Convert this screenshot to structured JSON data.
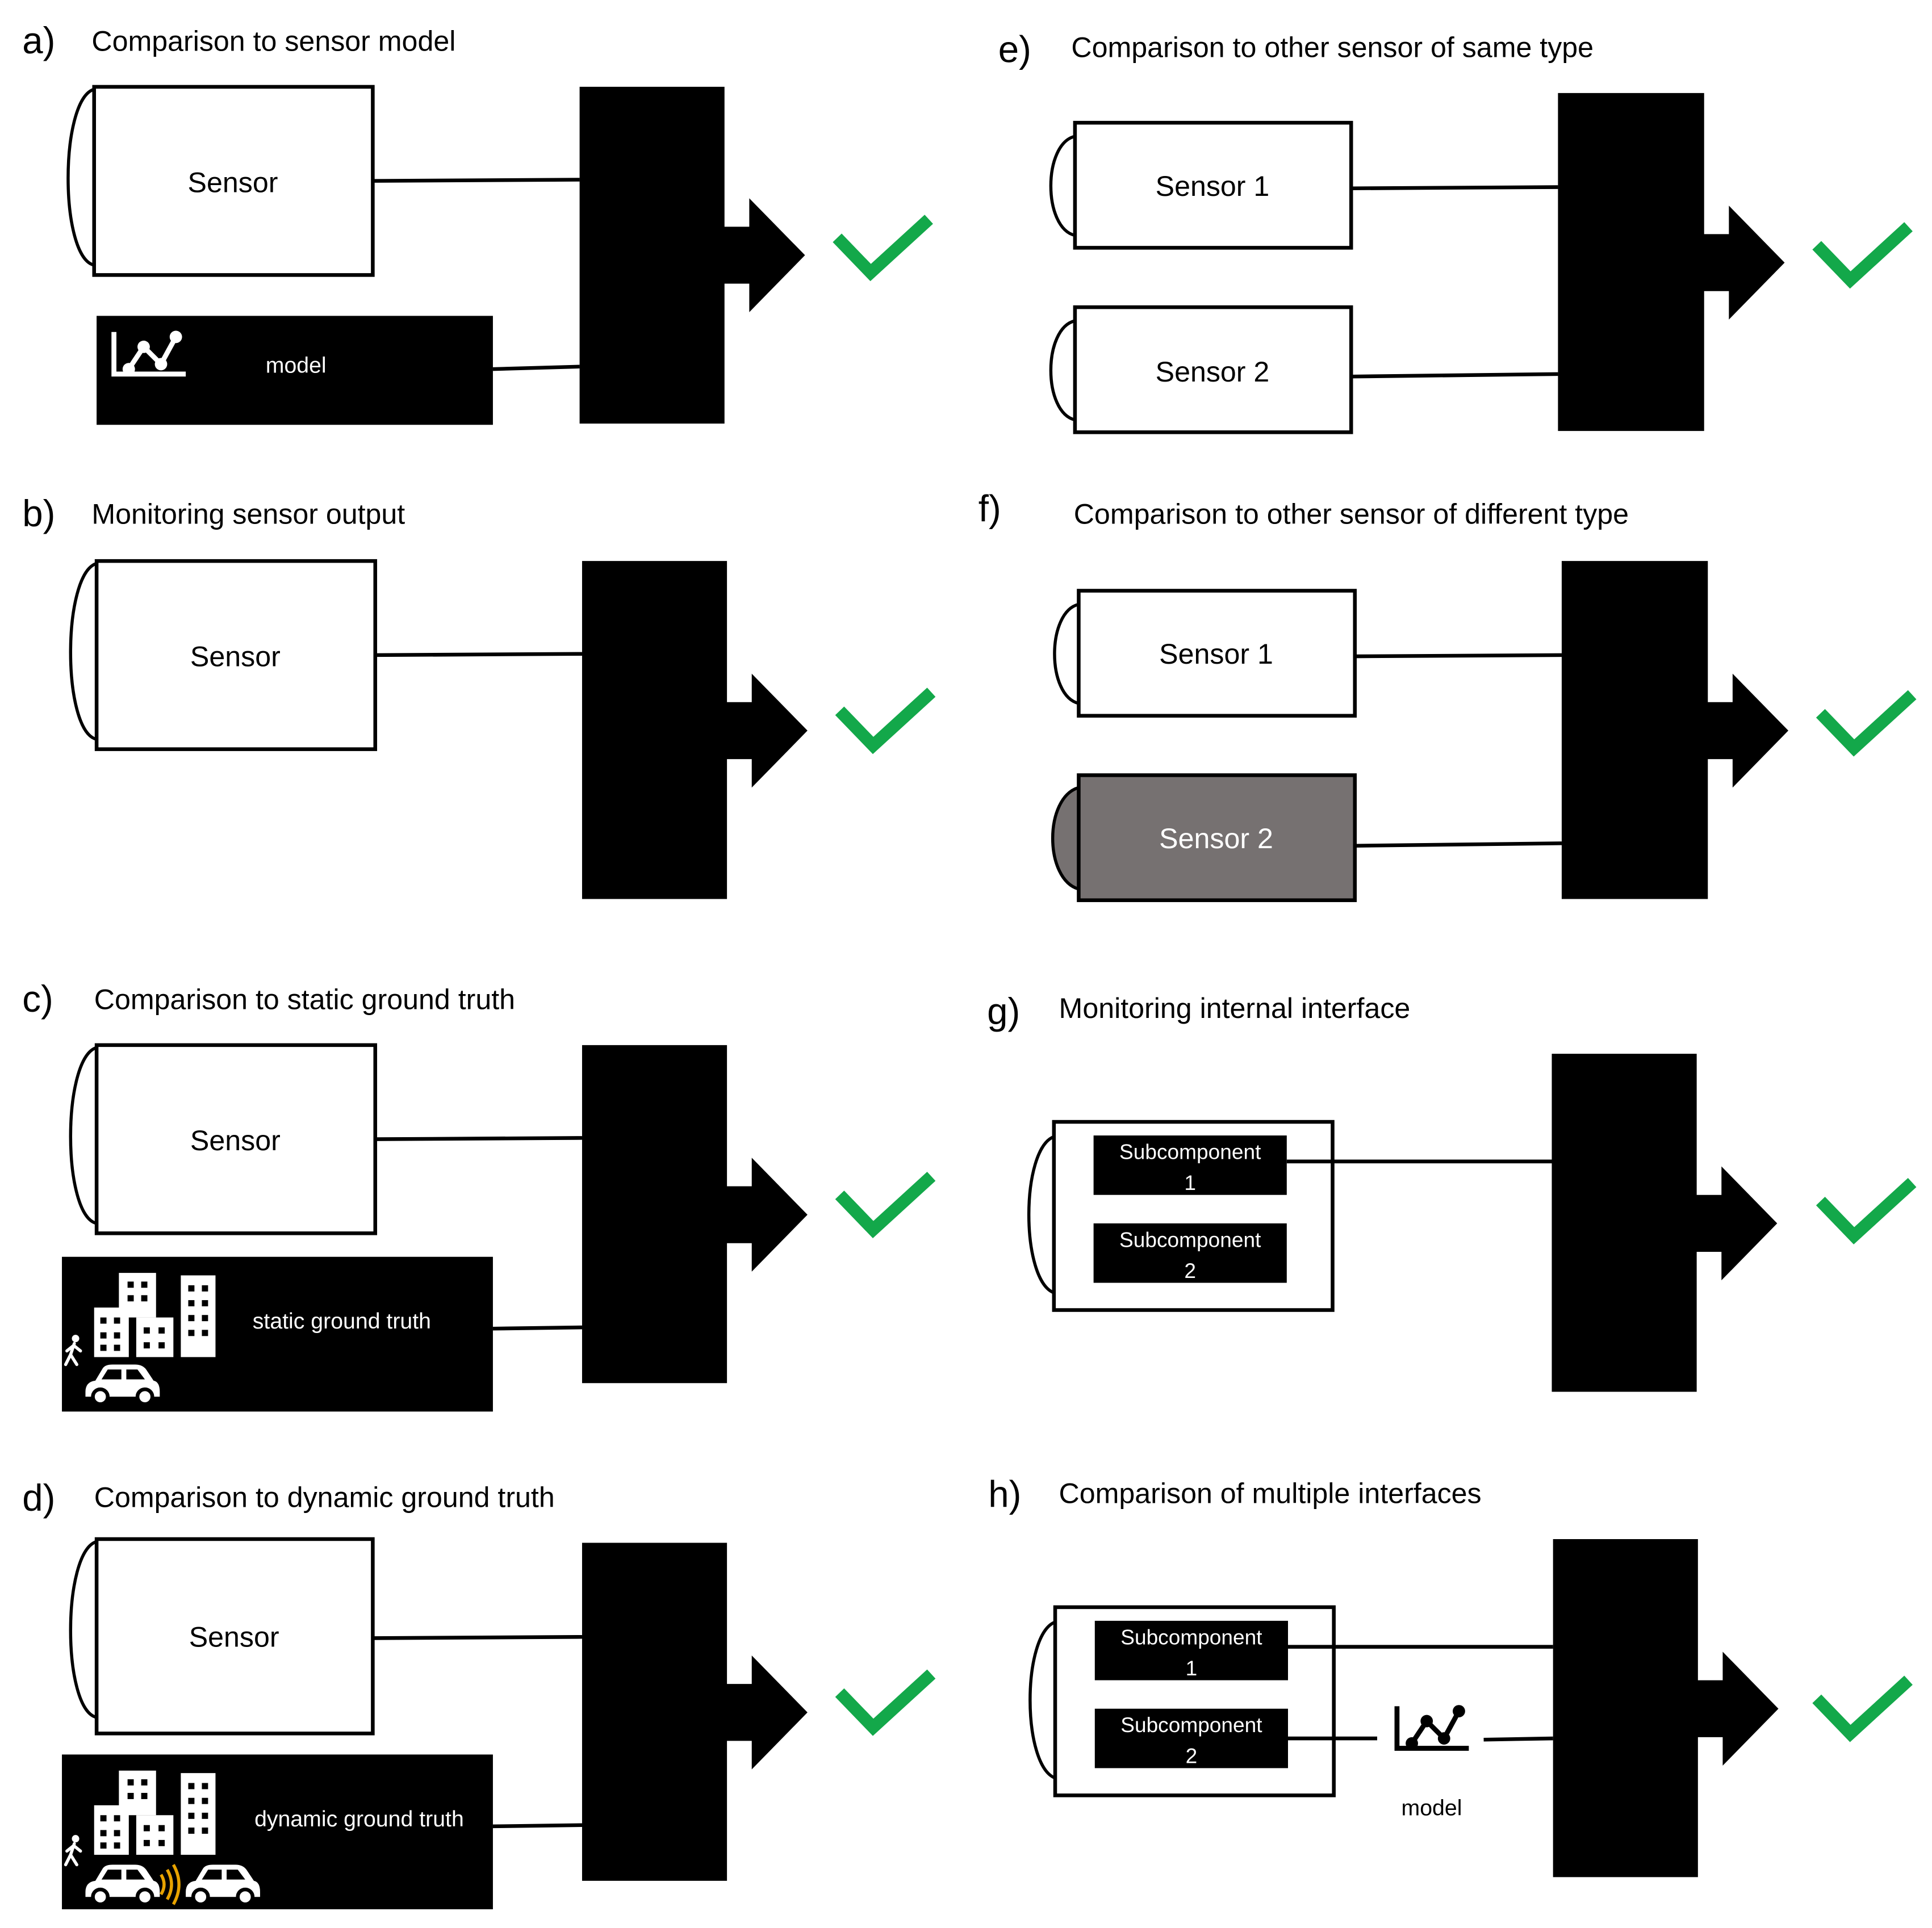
{
  "colors": {
    "check": "#13a84a",
    "sensor_gray": "#767171",
    "panel_black": "#000000",
    "signal": "#e8a300"
  },
  "icons": {
    "chart": "line-chart-icon",
    "city": "city-buildings-icon",
    "car": "car-icon",
    "pedestrian": "pedestrian-icon",
    "signal": "wireless-signal-icon",
    "check": "check-mark-icon",
    "arrow": "right-arrow-icon"
  },
  "panels": {
    "a": {
      "letter": "a)",
      "title": "Comparison to sensor model",
      "sensor": "Sensor",
      "model": "model"
    },
    "b": {
      "letter": "b)",
      "title": "Monitoring sensor output",
      "sensor": "Sensor"
    },
    "c": {
      "letter": "c)",
      "title": "Comparison to static ground truth",
      "sensor": "Sensor",
      "truth": "static ground truth"
    },
    "d": {
      "letter": "d)",
      "title": "Comparison to dynamic ground truth",
      "sensor": "Sensor",
      "truth": "dynamic ground truth"
    },
    "e": {
      "letter": "e)",
      "title": "Comparison to other sensor of same type",
      "sensor1": "Sensor 1",
      "sensor2": "Sensor 2"
    },
    "f": {
      "letter": "f)",
      "title": "Comparison to other sensor of different type",
      "sensor1": "Sensor 1",
      "sensor2": "Sensor 2"
    },
    "g": {
      "letter": "g)",
      "title": "Monitoring internal interface",
      "sub1": [
        "Subcomponent",
        "1"
      ],
      "sub2": [
        "Subcomponent",
        "2"
      ]
    },
    "h": {
      "letter": "h)",
      "title": "Comparison of multiple interfaces",
      "sub1": [
        "Subcomponent",
        "1"
      ],
      "sub2": [
        "Subcomponent",
        "2"
      ],
      "model": "model"
    }
  }
}
